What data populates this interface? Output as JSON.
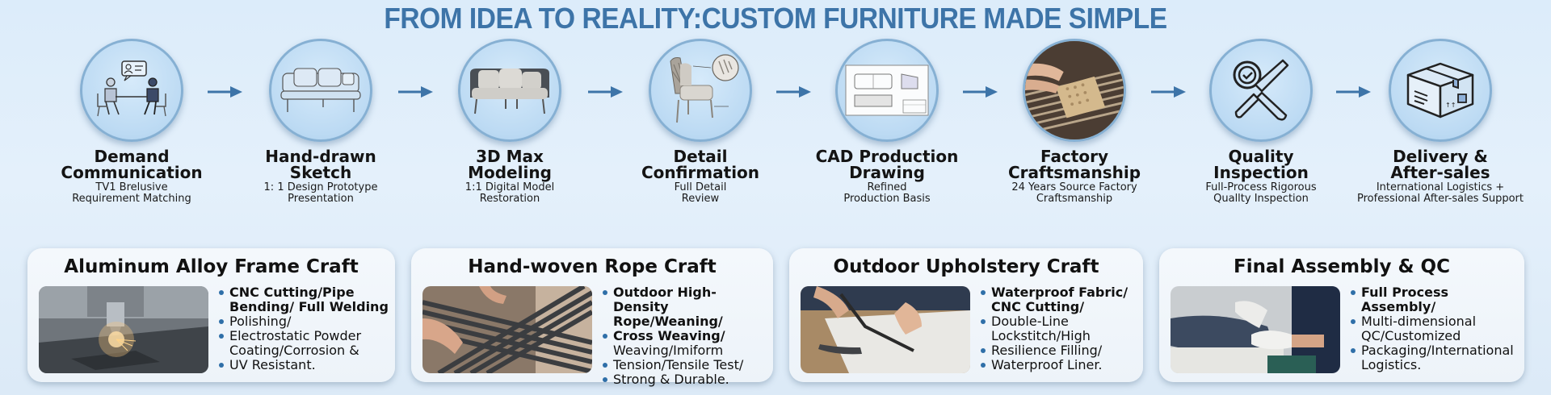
{
  "title": "FROM IDEA TO REALITY:CUSTOM FURNITURE MADE SIMPLE",
  "colors": {
    "title": "#3d74a8",
    "arrow": "#3d74a8",
    "circle_fill": "#bcdaf3",
    "circle_border": "#86b0d3",
    "background": "#dcecfa",
    "bullet": "#2f6fa8"
  },
  "steps": [
    {
      "name_line1": "Demand",
      "name_line2": "Communication",
      "desc_line1": "TV1 Brelusive",
      "desc_line2": "Requirement Matching",
      "icon": "meeting-icon"
    },
    {
      "name_line1": "Hand-drawn",
      "name_line2": "Sketch",
      "desc_line1": "1: 1 Design Prototype",
      "desc_line2": "Presentation",
      "icon": "sofa-sketch-icon"
    },
    {
      "name_line1": "3D Max",
      "name_line2": "Modeling",
      "desc_line1": "1:1 Digital Model",
      "desc_line2": "Restoration",
      "icon": "sofa-3d-icon"
    },
    {
      "name_line1": "Detail",
      "name_line2": "Confirmation",
      "desc_line1": "Full Detail",
      "desc_line2": "Review",
      "icon": "chair-detail-icon"
    },
    {
      "name_line1": "CAD Production",
      "name_line2": "Drawing",
      "desc_line1": "Refined",
      "desc_line2": "Production Basis",
      "icon": "cad-drawing-icon"
    },
    {
      "name_line1": "Factory",
      "name_line2": "Craftsmanship",
      "desc_line1": "24 Years Source Factory",
      "desc_line2": "Craftsmanship",
      "icon": "weaving-photo-icon"
    },
    {
      "name_line1": "Quality",
      "name_line2": "Inspection",
      "desc_line1": "Full-Process Rigorous",
      "desc_line2": "Quallty Inspection",
      "icon": "inspection-tools-icon"
    },
    {
      "name_line1": "Delivery &",
      "name_line2": "After-sales",
      "desc_line1": "International Logistics +",
      "desc_line2": "Professional After-sales Support",
      "icon": "package-box-icon"
    }
  ],
  "crafts": [
    {
      "title": "Aluminum Alloy Frame Craft",
      "image": "cnc-laser-cutting-photo",
      "bullets": [
        {
          "text": "CNC Cutting/Pipe",
          "bold": true,
          "bullet": true
        },
        {
          "text": "Bending/ Full Welding",
          "bold": true,
          "bullet": false
        },
        {
          "text": "Polishing/",
          "bold": false,
          "bullet": true
        },
        {
          "text": "Electrostatic Powder",
          "bold": false,
          "bullet": true
        },
        {
          "text": "Coating/Corrosion &",
          "bold": false,
          "bullet": false
        },
        {
          "text": "UV Resistant.",
          "bold": false,
          "bullet": true
        }
      ]
    },
    {
      "title": "Hand-woven Rope Craft",
      "image": "rope-weaving-photo",
      "bullets": [
        {
          "text": "Outdoor High-Density",
          "bold": true,
          "bullet": true
        },
        {
          "text": "Rope/Weaning/",
          "bold": true,
          "bullet": false
        },
        {
          "text": "Cross Weaving/",
          "bold": true,
          "bullet": true
        },
        {
          "text": "Weaving/Imiform",
          "bold": false,
          "bullet": false
        },
        {
          "text": "Tension/Tensile Test/",
          "bold": false,
          "bullet": true
        },
        {
          "text": "Strong & Durable.",
          "bold": false,
          "bullet": true
        }
      ]
    },
    {
      "title": "Outdoor Upholstery Craft",
      "image": "fabric-cutting-photo",
      "bullets": [
        {
          "text": "Waterproof Fabric/",
          "bold": true,
          "bullet": true
        },
        {
          "text": "CNC Cutting/",
          "bold": true,
          "bullet": false
        },
        {
          "text": "Double-Line",
          "bold": false,
          "bullet": true
        },
        {
          "text": "Lockstitch/High",
          "bold": false,
          "bullet": false
        },
        {
          "text": "Resilience Filling/",
          "bold": false,
          "bullet": true
        },
        {
          "text": "Waterproof Liner.",
          "bold": false,
          "bullet": true
        }
      ]
    },
    {
      "title": "Final Assembly & QC",
      "image": "assembly-gloves-photo",
      "bullets": [
        {
          "text": "Full Process",
          "bold": true,
          "bullet": true
        },
        {
          "text": "Assembly/",
          "bold": true,
          "bullet": false
        },
        {
          "text": "Multi-dimensional",
          "bold": false,
          "bullet": true
        },
        {
          "text": "QC/Customized",
          "bold": false,
          "bullet": false
        },
        {
          "text": "Packaging/International",
          "bold": false,
          "bullet": true
        },
        {
          "text": "Logistics.",
          "bold": false,
          "bullet": false
        }
      ]
    }
  ]
}
